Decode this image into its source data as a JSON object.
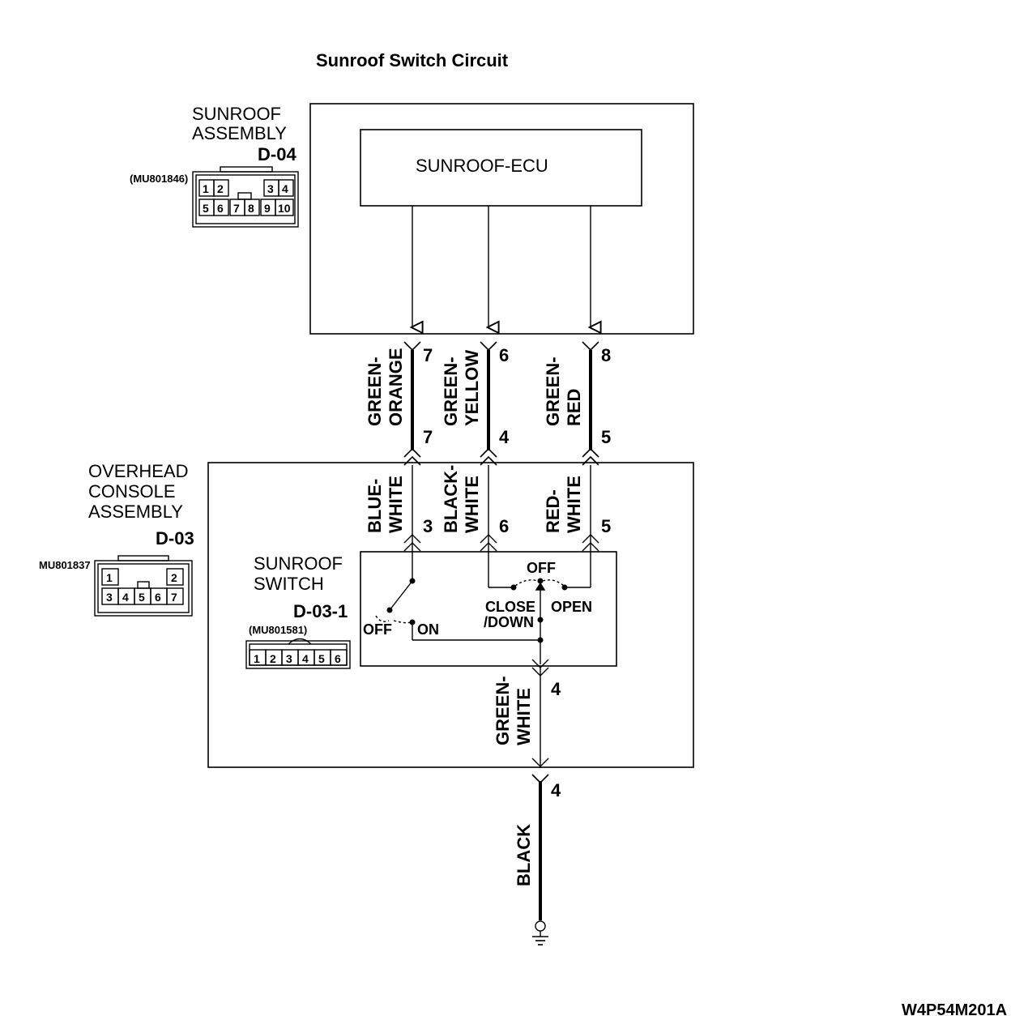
{
  "title": "Sunroof Switch Circuit",
  "figure_code": "W4P54M201A",
  "sunroof_assembly": {
    "name_line1": "SUNROOF",
    "name_line2": "ASSEMBLY",
    "connector": "D-04",
    "part_number": "(MU801846)",
    "pins_top": [
      "1",
      "2",
      "3",
      "4"
    ],
    "pins_bottom": [
      "5",
      "6",
      "7",
      "8",
      "9",
      "10"
    ],
    "ecu_label": "SUNROOF-ECU"
  },
  "overhead_console": {
    "name_line1": "OVERHEAD",
    "name_line2": "CONSOLE",
    "name_line3": "ASSEMBLY",
    "connector": "D-03",
    "part_number": "MU801837",
    "pins_top": [
      "1",
      "2"
    ],
    "pins_bottom": [
      "3",
      "4",
      "5",
      "6",
      "7"
    ]
  },
  "sunroof_switch": {
    "name_line1": "SUNROOF",
    "name_line2": "SWITCH",
    "connector": "D-03-1",
    "part_number": "(MU801581)",
    "pins": [
      "1",
      "2",
      "3",
      "4",
      "5",
      "6"
    ],
    "tilt_off": "OFF",
    "tilt_on": "ON",
    "slide_off": "OFF",
    "slide_close_line1": "CLOSE",
    "slide_close_line2": "/DOWN",
    "slide_open": "OPEN"
  },
  "wires_upper": [
    {
      "color_line1": "GREEN-",
      "color_line2": "ORANGE",
      "pin_top": "7",
      "pin_bottom": "7"
    },
    {
      "color_line1": "GREEN-",
      "color_line2": "YELLOW",
      "pin_top": "6",
      "pin_bottom": "4"
    },
    {
      "color_line1": "GREEN-",
      "color_line2": "RED",
      "pin_top": "8",
      "pin_bottom": "5"
    }
  ],
  "wires_inner": [
    {
      "color_line1": "BLUE-",
      "color_line2": "WHITE",
      "pin": "3"
    },
    {
      "color_line1": "BLACK-",
      "color_line2": "WHITE",
      "pin": "6"
    },
    {
      "color_line1": "RED-",
      "color_line2": "WHITE",
      "pin": "5"
    }
  ],
  "wire_switch_out": {
    "color_line1": "GREEN-",
    "color_line2": "WHITE",
    "pin": "4"
  },
  "wire_ground": {
    "color": "BLACK",
    "pin": "4"
  }
}
